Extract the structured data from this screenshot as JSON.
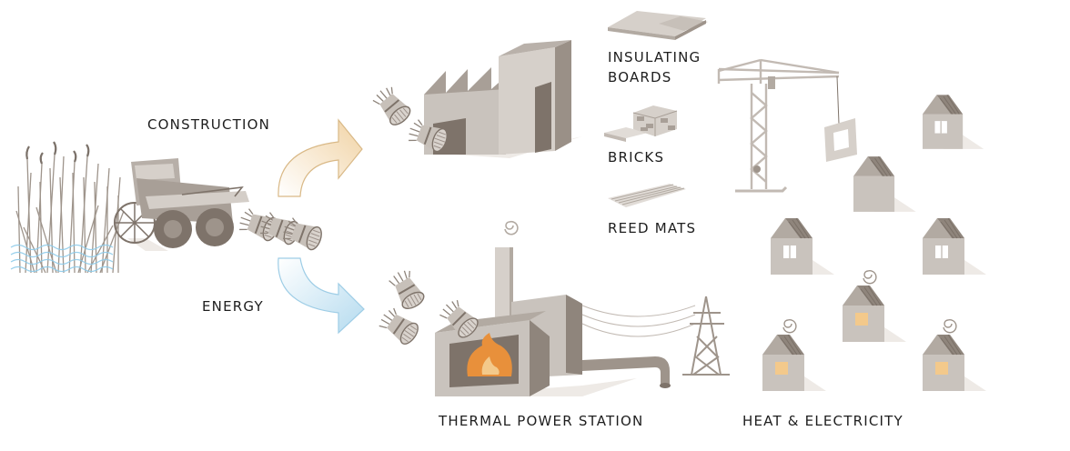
{
  "labels": {
    "construction": "CONSTRUCTION",
    "energy": "ENERGY",
    "insulating_line1": "INSULATING",
    "insulating_line2": "BOARDS",
    "bricks": "BRICKS",
    "reed_mats": "REED MATS",
    "thermal_power_station": "THERMAL POWER STATION",
    "heat_electricity": "HEAT & ELECTRICITY"
  },
  "colors": {
    "wall_light": "#c9c3bd",
    "wall_dark": "#8f857c",
    "roof_dark": "#7e7369",
    "reed": "#9e948b",
    "water": "#8ecbea",
    "fire": "#e8903b",
    "window_lit": "#f3c98b",
    "arrow_warm": "#f3d9b0",
    "arrow_cool": "#b9ddef"
  },
  "icons": [
    "reed-field-icon",
    "harvester-icon",
    "reed-bundle-icon",
    "construction-arrow-icon",
    "energy-arrow-icon",
    "factory-icon",
    "insulating-boards-icon",
    "bricks-icon",
    "reed-mats-icon",
    "crane-icon",
    "house-icon",
    "power-station-icon",
    "fire-icon",
    "smoke-icon",
    "pylon-icon"
  ]
}
